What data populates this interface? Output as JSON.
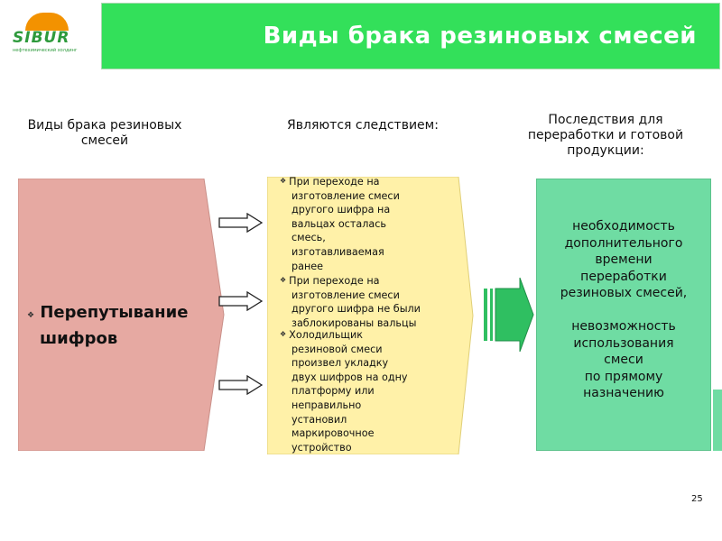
{
  "title": "Виды брака резиновых смесей",
  "logo": {
    "word": "SIBUR",
    "tagline": "нефтехимический холдинг"
  },
  "columns": {
    "col1": [
      "Виды брака резиновых",
      "смесей"
    ],
    "col2": "Являются следствием:",
    "col3": [
      "Последствия для",
      "переработки и готовой",
      "продукции:"
    ]
  },
  "defect": {
    "lines": [
      "Перепутывание",
      "шифров"
    ]
  },
  "causes": [
    {
      "lines": [
        "При переходе на",
        "изготовление смеси",
        "другого шифра на",
        "вальцах осталась",
        "смесь,",
        "изготавливаемая",
        "ранее"
      ]
    },
    {
      "lines": [
        "При переходе на",
        "изготовление смеси",
        "другого шифра не были",
        "заблокированы вальцы"
      ]
    },
    {
      "lines": [
        "Холодильщик",
        "резиновой смеси",
        "произвел укладку",
        "двух шифров на одну",
        "платформу или",
        "неправильно",
        "установил",
        "маркировочное",
        "устройство"
      ]
    }
  ],
  "consequences": [
    {
      "lines": [
        "необходимость",
        "дополнительного",
        "времени",
        "переработки",
        "резиновых смесей,"
      ]
    },
    {
      "lines": [
        "невозможность",
        "использования",
        "смеси",
        "по прямому",
        "назначению"
      ]
    }
  ],
  "page_number": "25",
  "colors": {
    "header": "#33e05a",
    "pink": "#e6a9a2",
    "yellow": "#fff1a8",
    "green": "#6fdca3",
    "arrow_green": "#2fbf61"
  }
}
